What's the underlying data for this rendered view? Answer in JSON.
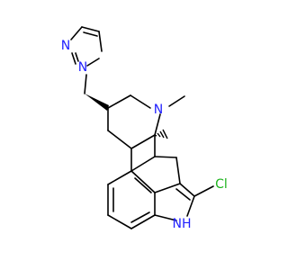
{
  "molecule": {
    "atoms": {
      "imidazole_n_top": "N",
      "imidazole_n_ring": "N",
      "piperidine_n": "N",
      "methyl": "",
      "chloro": "Cl",
      "indole_nh": "NH"
    },
    "colors": {
      "nitrogen": "#2020ff",
      "chlorine": "#1db31d",
      "carbon_bond": "#000000"
    }
  }
}
